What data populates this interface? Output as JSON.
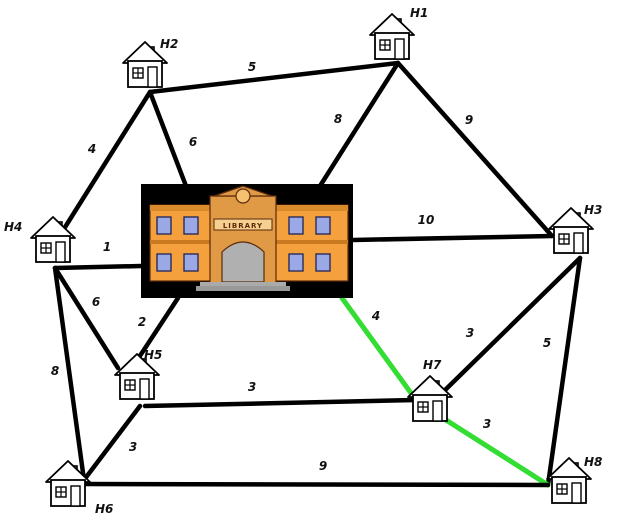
{
  "houses": [
    {
      "id": "H1",
      "label": "H1"
    },
    {
      "id": "H2",
      "label": "H2"
    },
    {
      "id": "H3",
      "label": "H3"
    },
    {
      "id": "H4",
      "label": "H4"
    },
    {
      "id": "H5",
      "label": "H5"
    },
    {
      "id": "H6",
      "label": "H6"
    },
    {
      "id": "H7",
      "label": "H7"
    },
    {
      "id": "H8",
      "label": "H8"
    }
  ],
  "library": {
    "sign": "LIBRARY"
  },
  "edges": [
    {
      "from": "H2",
      "to": "H1",
      "weight": "5"
    },
    {
      "from": "H2",
      "to": "H4",
      "weight": "4"
    },
    {
      "from": "H2",
      "to": "LIB",
      "weight": "6"
    },
    {
      "from": "H1",
      "to": "LIB",
      "weight": "8"
    },
    {
      "from": "H1",
      "to": "H3",
      "weight": "9"
    },
    {
      "from": "LIB",
      "to": "H3",
      "weight": "10"
    },
    {
      "from": "H4",
      "to": "LIB",
      "weight": "1"
    },
    {
      "from": "H4",
      "to": "H5",
      "weight": "6"
    },
    {
      "from": "LIB",
      "to": "H5",
      "weight": "2"
    },
    {
      "from": "H4",
      "to": "H6",
      "weight": "8"
    },
    {
      "from": "LIB",
      "to": "H7",
      "weight": "4",
      "highlight": true
    },
    {
      "from": "H3",
      "to": "H7",
      "weight": "3"
    },
    {
      "from": "H3",
      "to": "H8",
      "weight": "5"
    },
    {
      "from": "H5",
      "to": "H7",
      "weight": "3"
    },
    {
      "from": "H5",
      "to": "H6",
      "weight": "3"
    },
    {
      "from": "H7",
      "to": "H8",
      "weight": "3",
      "highlight": true
    },
    {
      "from": "H6",
      "to": "H8",
      "weight": "9"
    }
  ],
  "colors": {
    "edge": "#000000",
    "highlight": "#33dd33",
    "building": "#f0a040",
    "background": "#000000"
  }
}
